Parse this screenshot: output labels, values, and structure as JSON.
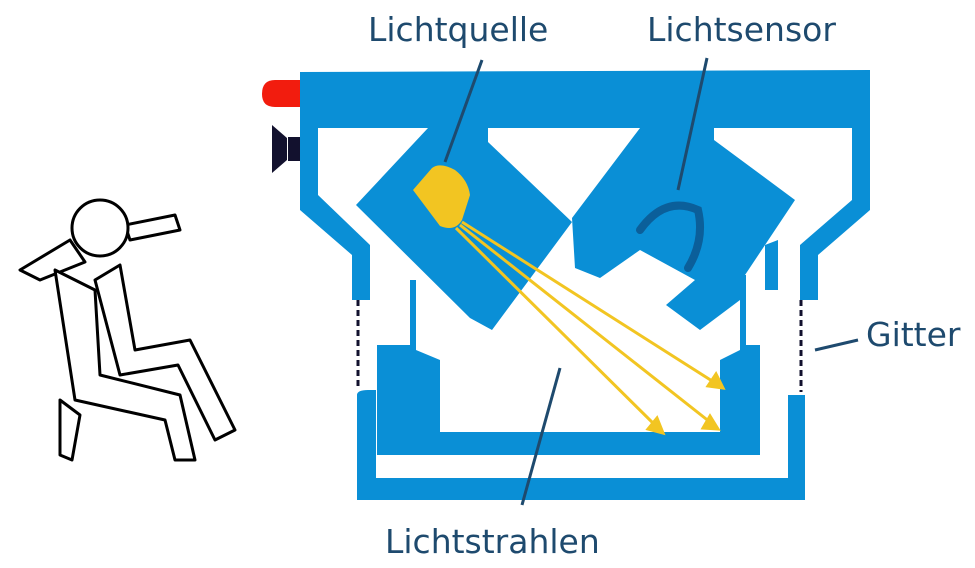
{
  "labels": {
    "light_source": "Lichtquelle",
    "light_sensor": "Lichtsensor",
    "grid": "Gitter",
    "light_rays": "Lichtstrahlen"
  },
  "colors": {
    "housing": "#0a8fd6",
    "label": "#1e4a6e",
    "light": "#f2c522",
    "led": "#f21c0e",
    "speaker": "#12112e"
  }
}
